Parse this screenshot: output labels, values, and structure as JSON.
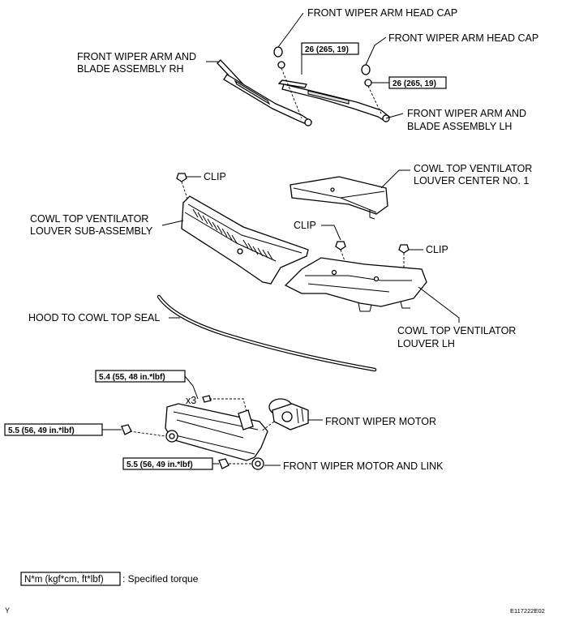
{
  "labels": {
    "head_cap_rh": "FRONT WIPER ARM HEAD CAP",
    "head_cap_lh": "FRONT WIPER ARM HEAD CAP",
    "arm_rh_line1": "FRONT WIPER ARM AND",
    "arm_rh_line2": "BLADE ASSEMBLY RH",
    "arm_lh_line1": "FRONT WIPER ARM AND",
    "arm_lh_line2": "BLADE ASSEMBLY LH",
    "center_line1": "COWL TOP VENTILATOR",
    "center_line2": "LOUVER CENTER NO. 1",
    "clip_1": "CLIP",
    "clip_2": "CLIP",
    "clip_3": "CLIP",
    "sub_line1": "COWL TOP VENTILATOR",
    "sub_line2": "LOUVER SUB-ASSEMBLY",
    "seal": "HOOD TO COWL TOP SEAL",
    "louver_lh_line1": "COWL TOP VENTILATOR",
    "louver_lh_line2": "LOUVER LH",
    "motor": "FRONT WIPER MOTOR",
    "motor_link": "FRONT WIPER MOTOR AND LINK",
    "qty": "x3"
  },
  "torque": {
    "rh_nut": "26 (265, 19)",
    "lh_nut": "26 (265, 19)",
    "motor_bolt": "5.4 (55, 48 in.*lbf)",
    "link_left": "5.5 (56, 49 in.*lbf)",
    "link_lower": "5.5 (56, 49 in.*lbf)"
  },
  "legend": {
    "box_text": "N*m (kgf*cm, ft*lbf)",
    "description": ": Specified torque"
  },
  "footer": {
    "left_mark": "Y",
    "figure_code": "E117222E02"
  }
}
